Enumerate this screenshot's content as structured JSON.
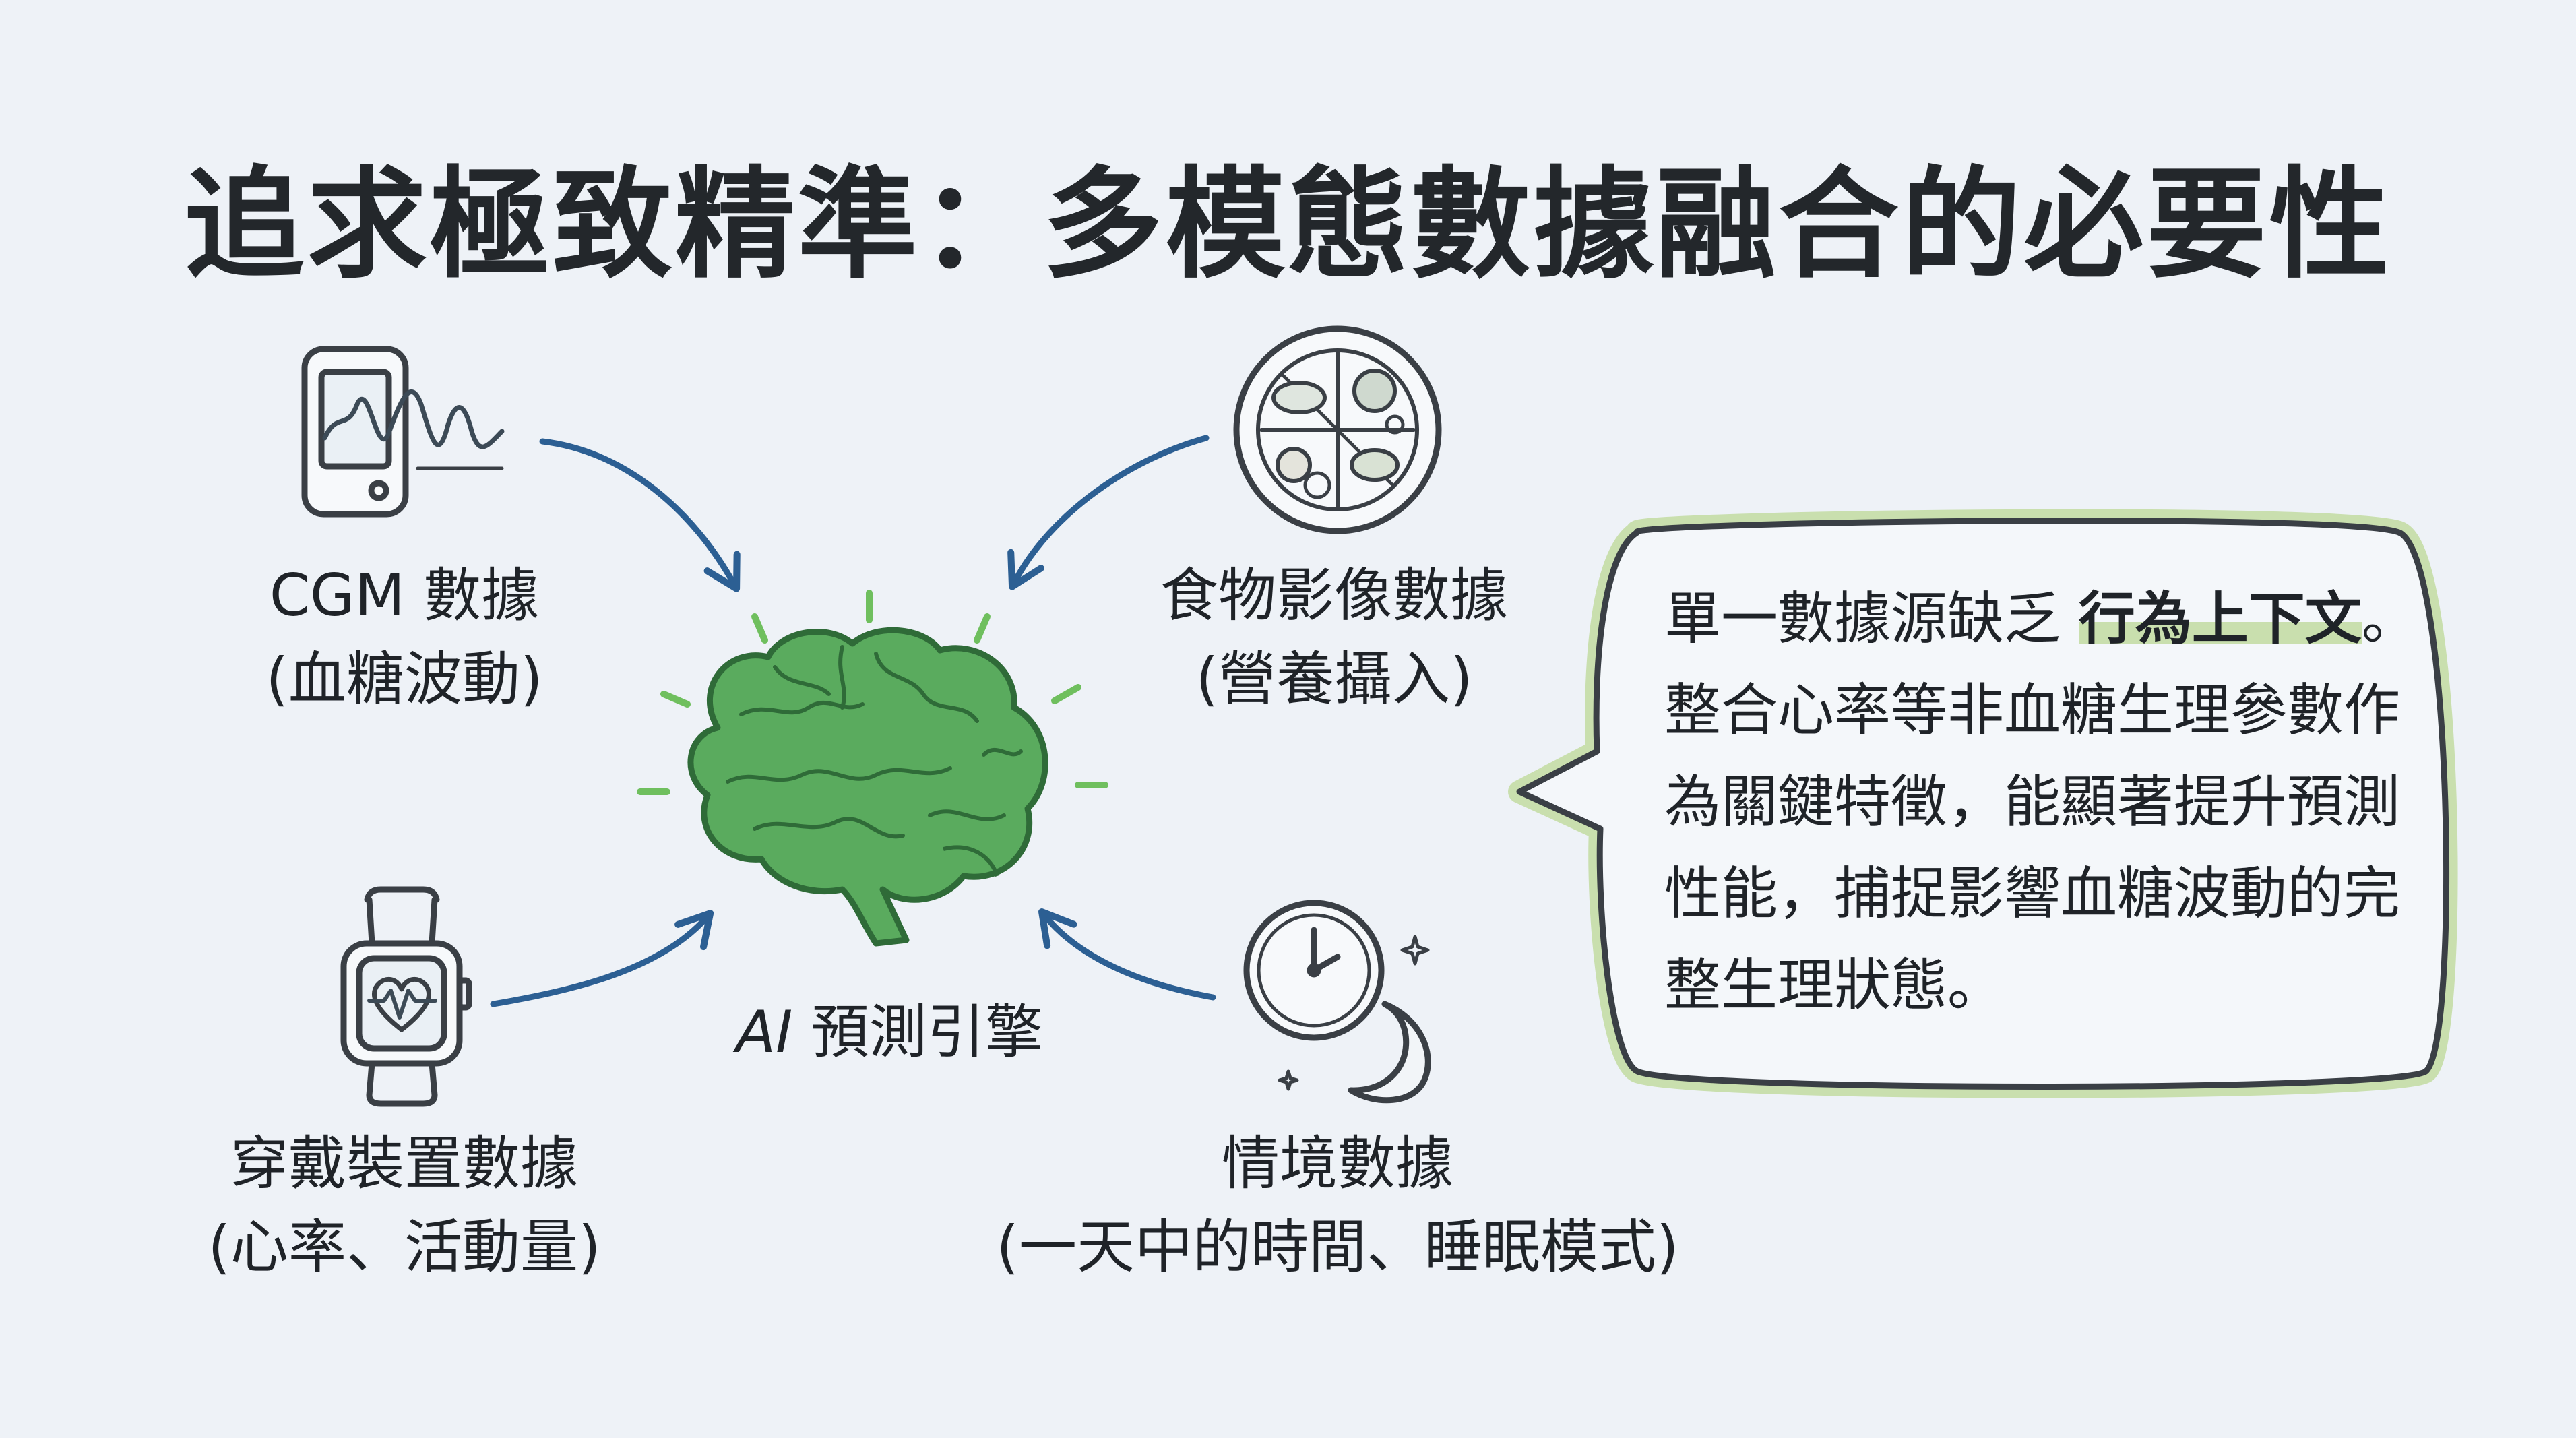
{
  "title": "追求極致精準：多模態數據融合的必要性",
  "inputs": {
    "cgm": {
      "name": "CGM 數據",
      "detail": "(血糖波動)",
      "icon": "glucose-monitor-phone-icon"
    },
    "food": {
      "name": "食物影像數據",
      "detail": "(營養攝入)",
      "icon": "food-plate-icon"
    },
    "wearable": {
      "name": "穿戴裝置數據",
      "detail": "(心率、活動量)",
      "icon": "smartwatch-heart-icon"
    },
    "context": {
      "name": "情境數據",
      "detail": "(一天中的時間、睡眠模式)",
      "icon": "clock-moon-icon"
    }
  },
  "engine": {
    "ai": "AI",
    "label": "預測引擎",
    "icon": "brain-icon"
  },
  "bubble": {
    "before": "單一數據源缺乏",
    "highlight": "行為上下文",
    "after": "。整合心率等非血糖生理參數作為關鍵特徵，能顯著提升預測性能，捕捉影響血糖波動的完整生理狀態。"
  },
  "colors": {
    "arrow": "#2c5f93",
    "brain": "#5aab5e",
    "accent_green": "#7cbf5a",
    "highlight": "#c9dfae",
    "line": "#3a3f45"
  }
}
